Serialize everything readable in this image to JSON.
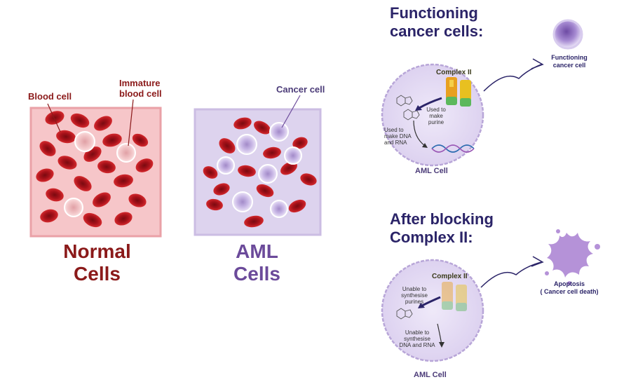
{
  "normal_panel": {
    "label_blood_cell": "Blood cell",
    "label_immature_line1": "Immature",
    "label_immature_line2": "blood cell",
    "title_line1": "Normal",
    "title_line2": "Cells"
  },
  "aml_panel": {
    "label_cancer_cell": "Cancer cell",
    "title_line1": "AML",
    "title_line2": "Cells"
  },
  "functioning": {
    "heading_line1": "Functioning",
    "heading_line2": "cancer cells:",
    "complex_label": "Complex II",
    "used_make_purine_1": "Used to",
    "used_make_purine_2": "make",
    "used_make_purine_3": "purine",
    "used_dna_1": "Used to",
    "used_dna_2": "make DNA",
    "used_dna_3": "and RNA",
    "aml_cell_label": "AML Cell",
    "outcome_line1": "Functioning",
    "outcome_line2": "cancer cell"
  },
  "blocked": {
    "heading_line1": "After blocking",
    "heading_line2": "Complex II:",
    "complex_label": "Complex II",
    "unable_purines_1": "Unable to",
    "unable_purines_2": "synthesise",
    "unable_purines_3": "purines",
    "unable_dna_1": "Unable to",
    "unable_dna_2": "synthesise",
    "unable_dna_3": "DNA and RNA",
    "aml_cell_label": "AML Cell",
    "outcome_line1": "Apoptosis",
    "outcome_line2": "( Cancer cell death)"
  },
  "colors": {
    "red_cell": "#b5121b",
    "normal_box": "#f6c6c9",
    "aml_box": "#ddd3ee",
    "cancer_cell": "#b7a3d8",
    "heading": "#2b2468"
  }
}
